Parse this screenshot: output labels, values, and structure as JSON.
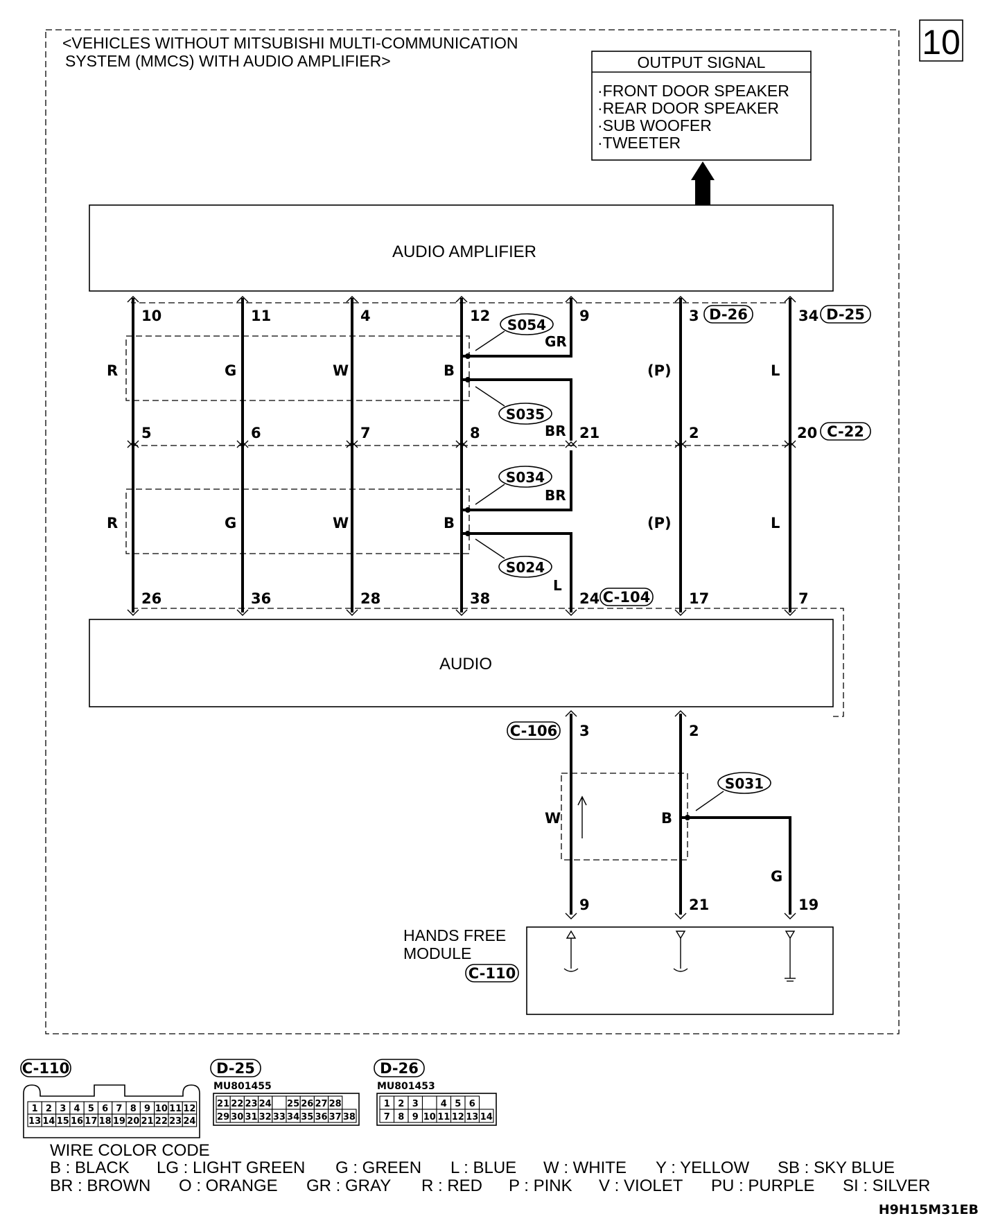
{
  "page_number": "10",
  "title_line1": "<VEHICLES WITHOUT MITSUBISHI MULTI-COMMUNICATION",
  "title_line2": "SYSTEM (MMCS) WITH AUDIO AMPLIFIER>",
  "output_signal": {
    "header": "OUTPUT SIGNAL",
    "items": [
      "·FRONT DOOR SPEAKER",
      "·REAR DOOR SPEAKER",
      "·SUB WOOFER",
      "·TWEETER"
    ]
  },
  "components": {
    "amplifier": "AUDIO AMPLIFIER",
    "audio": "AUDIO",
    "hands_free_line1": "HANDS FREE",
    "hands_free_line2": "MODULE",
    "hands_free_connector": "C-110"
  },
  "amp_pins": [
    "10",
    "11",
    "4",
    "12",
    "9",
    "3",
    "34"
  ],
  "mid_pins": [
    "5",
    "6",
    "7",
    "8",
    "21",
    "2",
    "20"
  ],
  "audio_pins": [
    "26",
    "36",
    "28",
    "38",
    "24",
    "17",
    "7"
  ],
  "connectors": {
    "d26": "D-26",
    "d25": "D-25",
    "c22": "C-22",
    "c104": "C-104",
    "c106": "C-106"
  },
  "wire_colors_upper": [
    "R",
    "G",
    "W",
    "B",
    "(P)",
    "L"
  ],
  "wire_colors_lower": [
    "R",
    "G",
    "W",
    "B",
    "(P)",
    "L"
  ],
  "splices": {
    "s054": {
      "name": "S054",
      "color": "GR"
    },
    "s035": {
      "name": "S035",
      "color": "BR"
    },
    "s034": {
      "name": "S034",
      "color": "BR"
    },
    "s024": {
      "name": "S024",
      "color": "L"
    },
    "s031": {
      "name": "S031"
    }
  },
  "hfm_section": {
    "audio_pins": [
      "3",
      "2"
    ],
    "module_pins": [
      "9",
      "21",
      "19"
    ],
    "wire_w": "W",
    "wire_b": "B",
    "wire_g": "G"
  },
  "connector_views": {
    "c110": {
      "label": "C-110",
      "row1": [
        "1",
        "2",
        "3",
        "4",
        "5",
        "6",
        "7",
        "8",
        "9",
        "10",
        "11",
        "12"
      ],
      "row2": [
        "13",
        "14",
        "15",
        "16",
        "17",
        "18",
        "19",
        "20",
        "21",
        "22",
        "23",
        "24"
      ]
    },
    "d25": {
      "label": "D-25",
      "part": "MU801455",
      "row1": [
        "21",
        "22",
        "23",
        "24",
        "",
        "25",
        "26",
        "27",
        "28"
      ],
      "row2": [
        "29",
        "30",
        "31",
        "32",
        "33",
        "34",
        "35",
        "36",
        "37",
        "38"
      ]
    },
    "d26": {
      "label": "D-26",
      "part": "MU801453",
      "row1": [
        "1",
        "2",
        "3",
        "",
        "4",
        "5",
        "6"
      ],
      "row2": [
        "7",
        "8",
        "9",
        "10",
        "11",
        "12",
        "13",
        "14"
      ]
    }
  },
  "legend": {
    "title": "WIRE COLOR CODE",
    "line1": [
      "B : BLACK",
      "LG : LIGHT GREEN",
      "G : GREEN",
      "L : BLUE",
      "W : WHITE",
      "Y : YELLOW",
      "SB : SKY BLUE"
    ],
    "line2": [
      "BR : BROWN",
      "O : ORANGE",
      "GR : GRAY",
      "R : RED",
      "P : PINK",
      "V : VIOLET",
      "PU : PURPLE",
      "SI : SILVER"
    ]
  },
  "figure_code": "H9H15M31EB"
}
